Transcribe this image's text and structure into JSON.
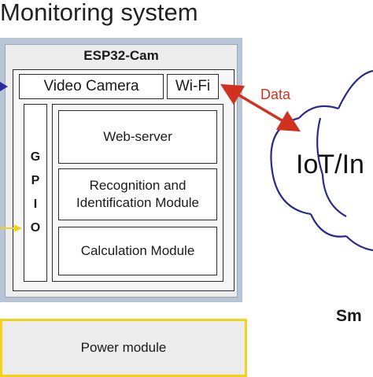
{
  "title": "Monitoring system",
  "esp": {
    "title": "ESP32-Cam",
    "video_camera": "Video Camera",
    "wifi": "Wi-Fi",
    "gpio_letters": [
      "G",
      "P",
      "I",
      "O"
    ],
    "web_server": "Web-server",
    "recognition_line1": "Recognition and",
    "recognition_line2": "Identification Module",
    "calculation": "Calculation Module"
  },
  "power_module": "Power module",
  "data_label": "Data",
  "cloud_label": "IoT/In",
  "sm_label": "Sm",
  "colors": {
    "frame": "#b7c5d6",
    "data_arrow": "#d0321f",
    "cloud_stroke": "#2a2a8c",
    "yellow_arrow": "#f2d21a",
    "blue_arrow": "#2a2aa0"
  }
}
